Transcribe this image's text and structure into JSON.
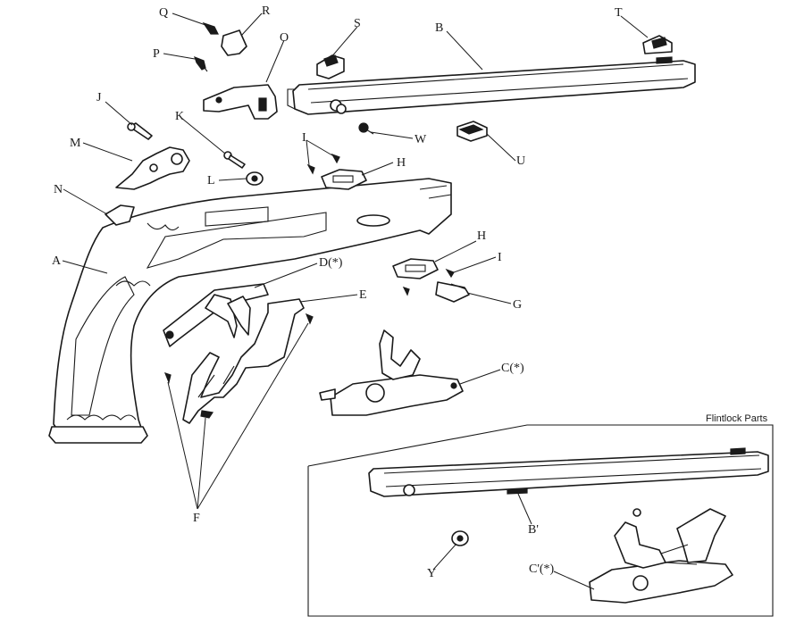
{
  "inset": {
    "title": "Flintlock Parts"
  },
  "labels": {
    "A": "A",
    "B": "B",
    "C": "C(*)",
    "D": "D(*)",
    "E": "E",
    "F": "F",
    "G": "G",
    "H1": "H",
    "H2": "H",
    "I1": "I",
    "I2": "I",
    "J": "J",
    "K": "K",
    "L": "L",
    "M": "M",
    "N": "N",
    "O": "O",
    "P": "P",
    "Q": "Q",
    "R": "R",
    "S": "S",
    "T": "T",
    "U": "U",
    "W": "W",
    "Bp": "B'",
    "Cp": "C'(*)",
    "Y": "Y"
  }
}
